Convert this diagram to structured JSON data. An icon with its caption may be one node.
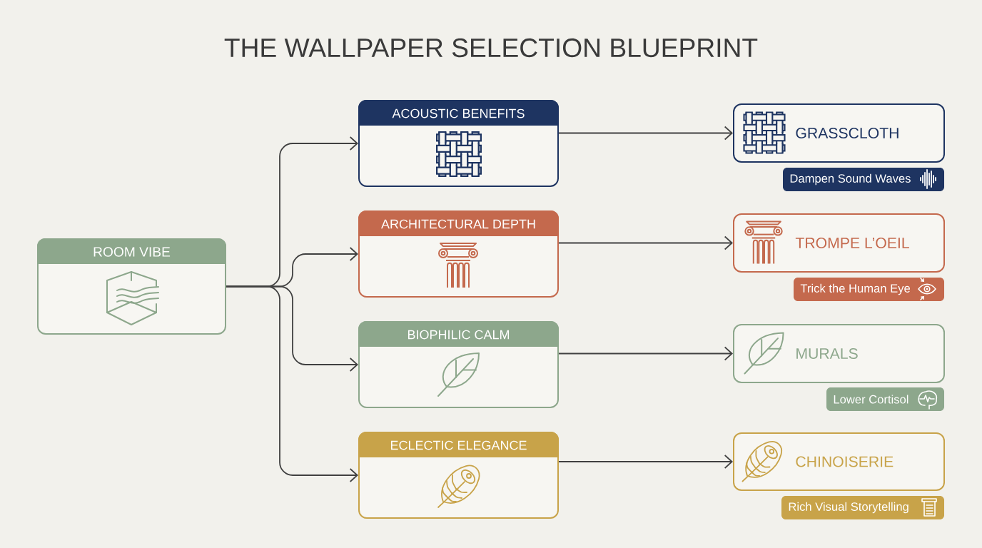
{
  "diagram": {
    "title": "THE WALLPAPER SELECTION BLUEPRINT",
    "nodes": [
      {
        "text": [
          "ROOM VIBE"
        ]
      },
      {
        "text": [
          "ACOUSTIC BENEFITS"
        ]
      },
      {
        "text": [
          "ARCHITECTURAL DEPTH"
        ]
      },
      {
        "text": [
          "BIOPHILIC CALM"
        ]
      },
      {
        "text": [
          "ECLECTIC ELEGANCE"
        ]
      },
      {
        "text": [
          "GRASSCLOTH"
        ]
      },
      {
        "text": [
          "Dampen Sound Waves"
        ]
      },
      {
        "text": [
          "TROMPE L’OEIL"
        ]
      },
      {
        "text": [
          "Trick the Human Eye"
        ]
      },
      {
        "text": [
          "MURALS"
        ]
      },
      {
        "text": [
          "Lower Cortisol"
        ]
      },
      {
        "text": [
          "CHINOISERIE"
        ]
      },
      {
        "text": [
          "Rich Visual Storytelling"
        ]
      }
    ],
    "edges": [
      {
        "from": 0,
        "to": 1,
        "arrow": "to"
      },
      {
        "from": 0,
        "to": 2,
        "arrow": "to"
      },
      {
        "from": 0,
        "to": 3,
        "arrow": "to"
      },
      {
        "from": 0,
        "to": 4,
        "arrow": "to"
      },
      {
        "from": 1,
        "to": 5,
        "arrow": "to"
      },
      {
        "from": 2,
        "to": 7,
        "arrow": "to"
      },
      {
        "from": 3,
        "to": 9,
        "arrow": "to"
      },
      {
        "from": 4,
        "to": 11,
        "arrow": "to"
      }
    ]
  }
}
